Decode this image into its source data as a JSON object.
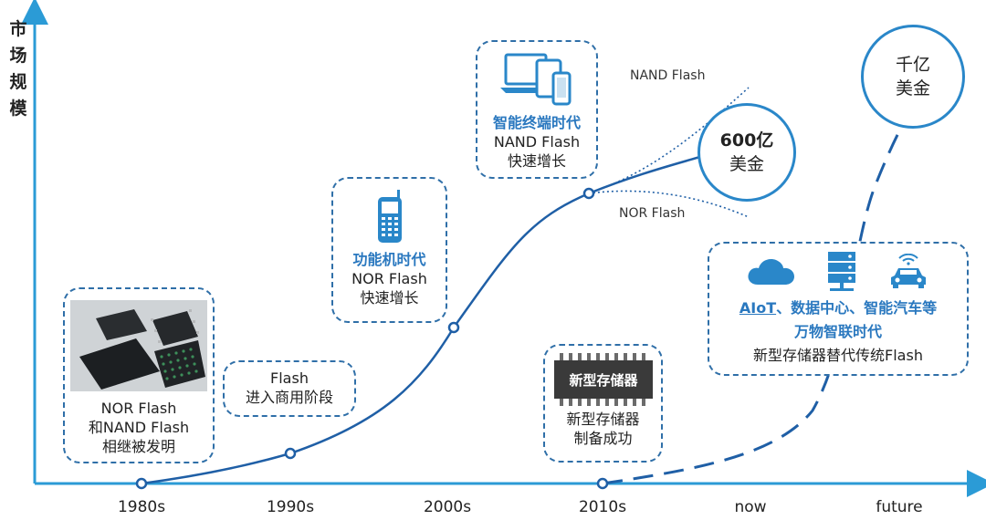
{
  "y_axis_label": [
    "市",
    "场",
    "规",
    "模"
  ],
  "x_ticks": [
    "1980s",
    "1990s",
    "2000s",
    "2010s",
    "now",
    "future"
  ],
  "boxes": {
    "nor_invent": {
      "lines": [
        "NOR Flash",
        "和NAND Flash",
        "相继被发明"
      ],
      "image": "flash-chips-photo"
    },
    "commercial": {
      "lines": [
        "Flash",
        "进入商用阶段"
      ]
    },
    "feature_phone": {
      "title": "功能机时代",
      "lines": [
        "NOR Flash",
        "快速增长"
      ],
      "icon": "feature-phone-icon"
    },
    "smart_terminal": {
      "title": "智能终端时代",
      "lines": [
        "NAND Flash",
        "快速增长"
      ],
      "icon": "devices-icon"
    },
    "new_memory": {
      "chip_text": "新型存储器",
      "lines": [
        "新型存储器",
        "制备成功"
      ],
      "icon": "memory-chip-icon"
    },
    "aiot": {
      "title_prefix": "AIoT",
      "title_rest": "、数据中心、智能汽车等",
      "subtitle": "万物智联时代",
      "line": "新型存储器替代传统Flash",
      "icons": [
        "cloud-icon",
        "server-icon",
        "smart-car-icon"
      ]
    }
  },
  "circles": {
    "billion600": {
      "lines": [
        "600亿",
        "美金"
      ]
    },
    "hundred_billion": {
      "lines": [
        "千亿",
        "美金"
      ]
    }
  },
  "curve_labels": {
    "nand": "NAND Flash",
    "nor": "NOR Flash"
  },
  "colors": {
    "curve": "#1f5fa6",
    "axis": "#2b9bd6",
    "box_border": "#2f6fa8",
    "highlight": "#2a78bf",
    "circle": "#2a87c9"
  }
}
